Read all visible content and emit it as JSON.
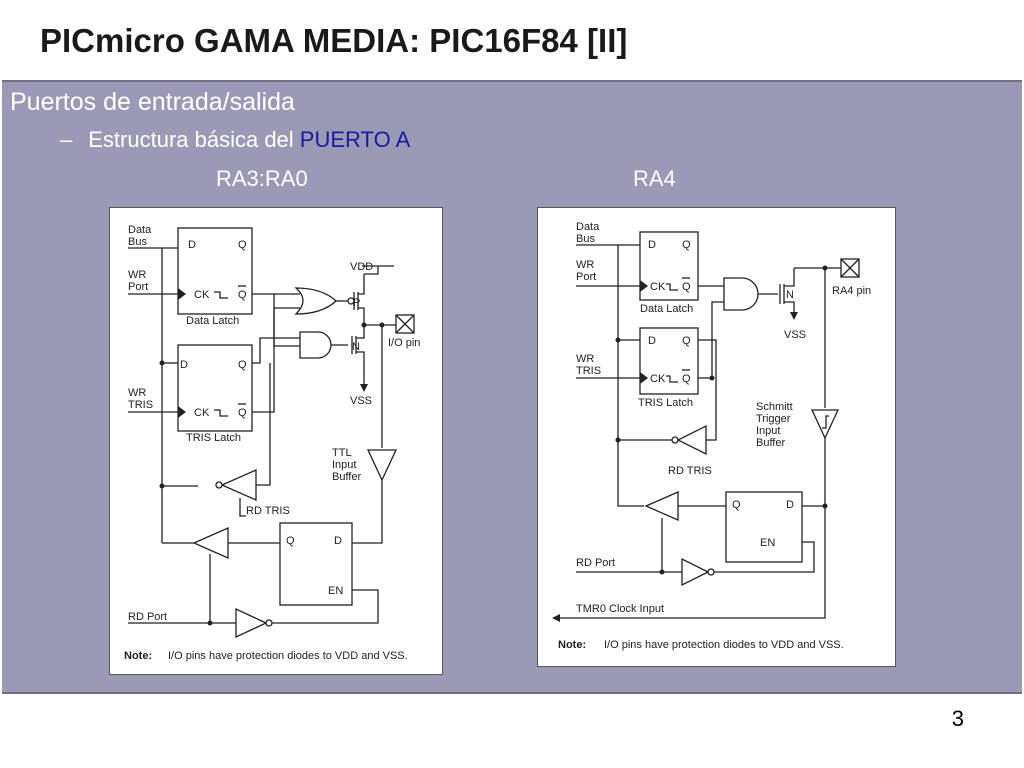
{
  "title": "PICmicro GAMA MEDIA: PIC16F84 [II]",
  "bullet1": "Puertos de entrada/salida",
  "bullet2": {
    "dash": "–",
    "prefix": "Estructura básica del ",
    "highlight": "PUERTO A"
  },
  "labels": {
    "left": "RA3:RA0",
    "right": "RA4"
  },
  "colors": {
    "panel": "#9a9ab6",
    "highlight": "#1a1aa0",
    "text": "#ffffff"
  },
  "diagram_left": {
    "data_bus": [
      "Data",
      "Bus"
    ],
    "wr_port": [
      "WR",
      "Port"
    ],
    "wr_tris": [
      "WR",
      "TRIS"
    ],
    "d": "D",
    "q": "Q",
    "ck": "CK",
    "qbar": "Q",
    "data_latch": "Data Latch",
    "tris_latch": "TRIS Latch",
    "vdd": "VDD",
    "p": "P",
    "n": "N",
    "io_pin": "I/O pin",
    "vss": "VSS",
    "ttl": [
      "TTL",
      "Input",
      "Buffer"
    ],
    "rd_tris": "RD TRIS",
    "en": "EN",
    "rd_port": "RD Port",
    "note_label": "Note:",
    "note_text": "I/O pins have protection diodes to VDD and VSS."
  },
  "diagram_right": {
    "data_bus": [
      "Data",
      "Bus"
    ],
    "wr_port": [
      "WR",
      "Port"
    ],
    "wr_tris": [
      "WR",
      "TRIS"
    ],
    "d": "D",
    "q": "Q",
    "ck": "CK",
    "qbar": "Q",
    "data_latch": "Data Latch",
    "tris_latch": "TRIS Latch",
    "n": "N",
    "ra4_pin": "RA4 pin",
    "vss": "VSS",
    "schmitt": [
      "Schmitt",
      "Trigger",
      "Input",
      "Buffer"
    ],
    "rd_tris": "RD TRIS",
    "en": "EN",
    "rd_port": "RD Port",
    "tmr0": "TMR0 Clock Input",
    "note_label": "Note:",
    "note_text": "I/O pins have protection diodes to VDD and VSS."
  },
  "page_number": "3"
}
